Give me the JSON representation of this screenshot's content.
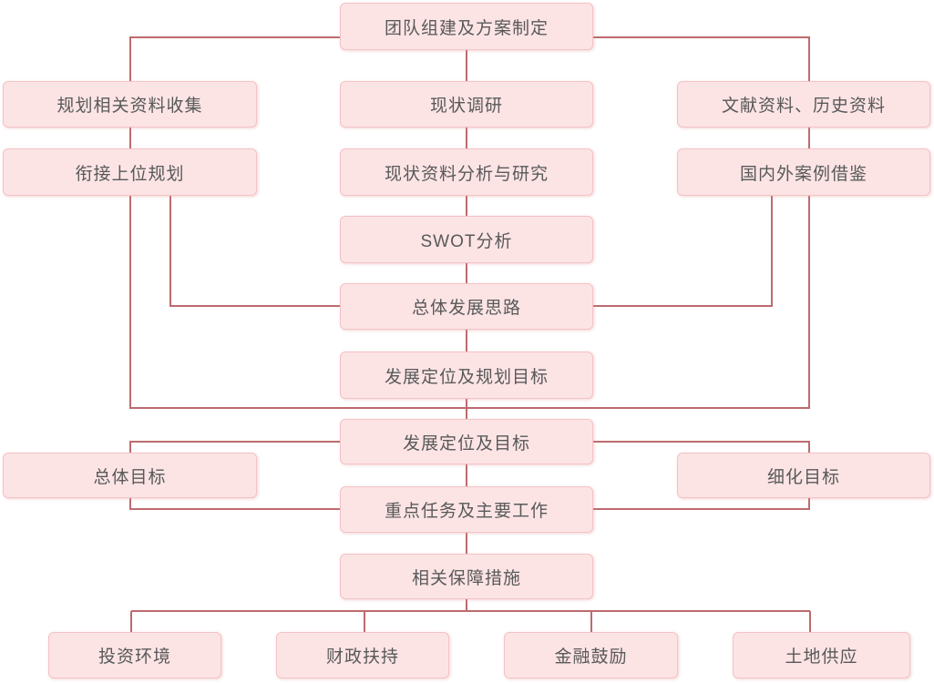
{
  "diagram": {
    "type": "flowchart",
    "colors": {
      "box_fill": "#fce4e5",
      "box_border": "#f5c2c4",
      "connector": "#bd6a6e",
      "text": "#595959",
      "background": "#ffffff"
    },
    "nodes": [
      {
        "id": "team",
        "label": "团队组建及方案制定"
      },
      {
        "id": "plan-collect",
        "label": "规划相关资料收集"
      },
      {
        "id": "status-survey",
        "label": "现状调研"
      },
      {
        "id": "literature",
        "label": "文献资料、历史资料"
      },
      {
        "id": "upper-plan",
        "label": "衔接上位规划"
      },
      {
        "id": "analysis",
        "label": "现状资料分析与研究"
      },
      {
        "id": "cases",
        "label": "国内外案例借鉴"
      },
      {
        "id": "swot",
        "label": "SWOT分析"
      },
      {
        "id": "overall-idea",
        "label": "总体发展思路"
      },
      {
        "id": "positioning-goal",
        "label": "发展定位及规划目标"
      },
      {
        "id": "dev-position",
        "label": "发展定位及目标"
      },
      {
        "id": "overall-goal",
        "label": "总体目标"
      },
      {
        "id": "detailed-goal",
        "label": "细化目标"
      },
      {
        "id": "key-tasks",
        "label": "重点任务及主要工作"
      },
      {
        "id": "safeguards",
        "label": "相关保障措施"
      },
      {
        "id": "investment",
        "label": "投资环境"
      },
      {
        "id": "fiscal",
        "label": "财政扶持"
      },
      {
        "id": "finance",
        "label": "金融鼓励"
      },
      {
        "id": "land",
        "label": "土地供应"
      }
    ],
    "edges": [
      [
        "team",
        "plan-collect"
      ],
      [
        "team",
        "status-survey"
      ],
      [
        "team",
        "literature"
      ],
      [
        "plan-collect",
        "upper-plan"
      ],
      [
        "status-survey",
        "analysis"
      ],
      [
        "literature",
        "cases"
      ],
      [
        "analysis",
        "swot"
      ],
      [
        "swot",
        "overall-idea"
      ],
      [
        "upper-plan",
        "overall-idea"
      ],
      [
        "cases",
        "overall-idea"
      ],
      [
        "overall-idea",
        "positioning-goal"
      ],
      [
        "positioning-goal",
        "dev-position"
      ],
      [
        "upper-plan",
        "dev-position"
      ],
      [
        "cases",
        "dev-position"
      ],
      [
        "dev-position",
        "overall-goal"
      ],
      [
        "dev-position",
        "detailed-goal"
      ],
      [
        "dev-position",
        "key-tasks"
      ],
      [
        "overall-goal",
        "key-tasks"
      ],
      [
        "detailed-goal",
        "key-tasks"
      ],
      [
        "key-tasks",
        "safeguards"
      ],
      [
        "safeguards",
        "investment"
      ],
      [
        "safeguards",
        "fiscal"
      ],
      [
        "safeguards",
        "finance"
      ],
      [
        "safeguards",
        "land"
      ]
    ]
  }
}
